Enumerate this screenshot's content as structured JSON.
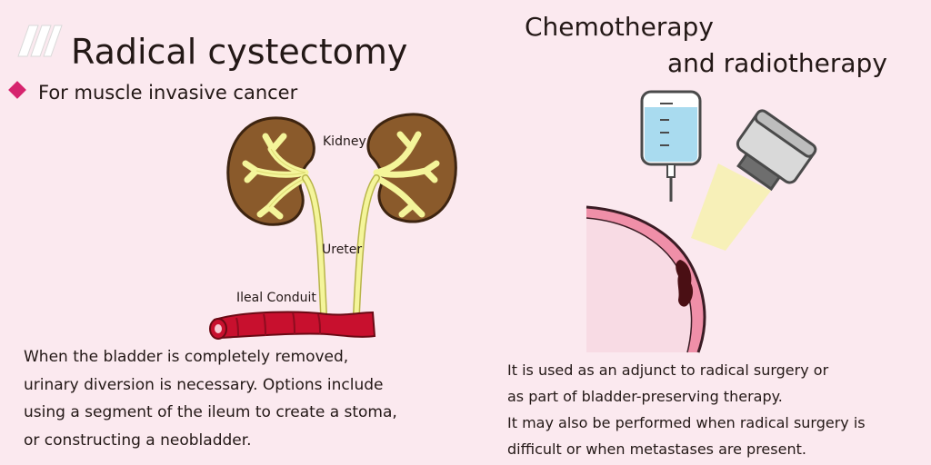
{
  "left": {
    "title": "Radical cystectomy",
    "subtitle": "For muscle invasive cancer",
    "labels": {
      "kidney": "Kidney",
      "ureter": "Ureter",
      "ileal_conduit": "Ileal Conduit"
    },
    "paragraph": [
      "When the bladder is completely removed,",
      "urinary diversion is necessary. Options include",
      "using a segment of the ileum to create a stoma,",
      "or constructing a neobladder."
    ]
  },
  "right": {
    "title_line1": "Chemotherapy",
    "title_line2": "and radiotherapy",
    "paragraph": [
      "It is used as an adjunct to radical surgery or",
      "as part of bladder-preserving therapy.",
      "It may also be performed when radical surgery is",
      "difficult or when metastases are present."
    ]
  },
  "colors": {
    "background": "#fbe9ef",
    "accent": "#d6246e",
    "kidney": "#8a5a2b",
    "ureter": "#f4f59a",
    "ileum": "#c8102e",
    "bladder_wall": "#ef8fa8",
    "iv_fluid": "#a9dbef",
    "beam": "#f7f0b8"
  },
  "icons": {
    "logo": "brand-logo-icon",
    "bullet": "diamond-bullet-icon",
    "iv_bag": "iv-drip-bag-icon",
    "radiation_head": "radiotherapy-machine-icon"
  }
}
